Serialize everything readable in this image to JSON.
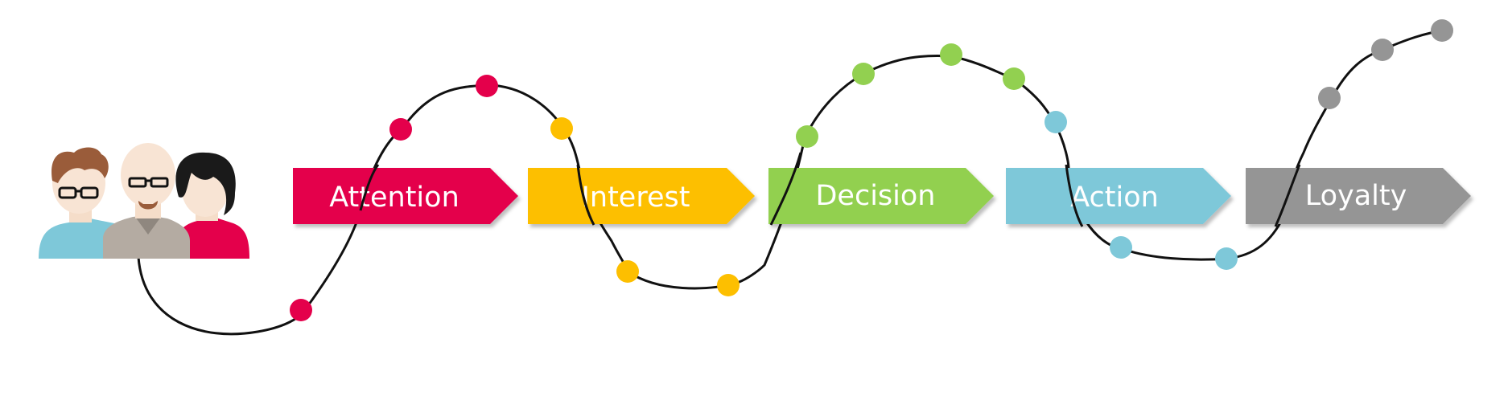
{
  "stages": [
    {
      "label": "Attention",
      "color": "#e4004b"
    },
    {
      "label": "Interest",
      "color": "#fdbf00"
    },
    {
      "label": "Decision",
      "color": "#92d050"
    },
    {
      "label": "Action",
      "color": "#7ec8d9"
    },
    {
      "label": "Loyalty",
      "color": "#959595"
    }
  ],
  "people": [
    {
      "name": "person-left",
      "shirt_color": "#7ec8d9",
      "hair_color": "#9a5c3a"
    },
    {
      "name": "person-center",
      "shirt_color": "#b4aba2",
      "hair_color": "none"
    },
    {
      "name": "person-right",
      "shirt_color": "#e4004b",
      "hair_color": "#1a1a1a"
    }
  ],
  "journey_line_color": "#111111"
}
